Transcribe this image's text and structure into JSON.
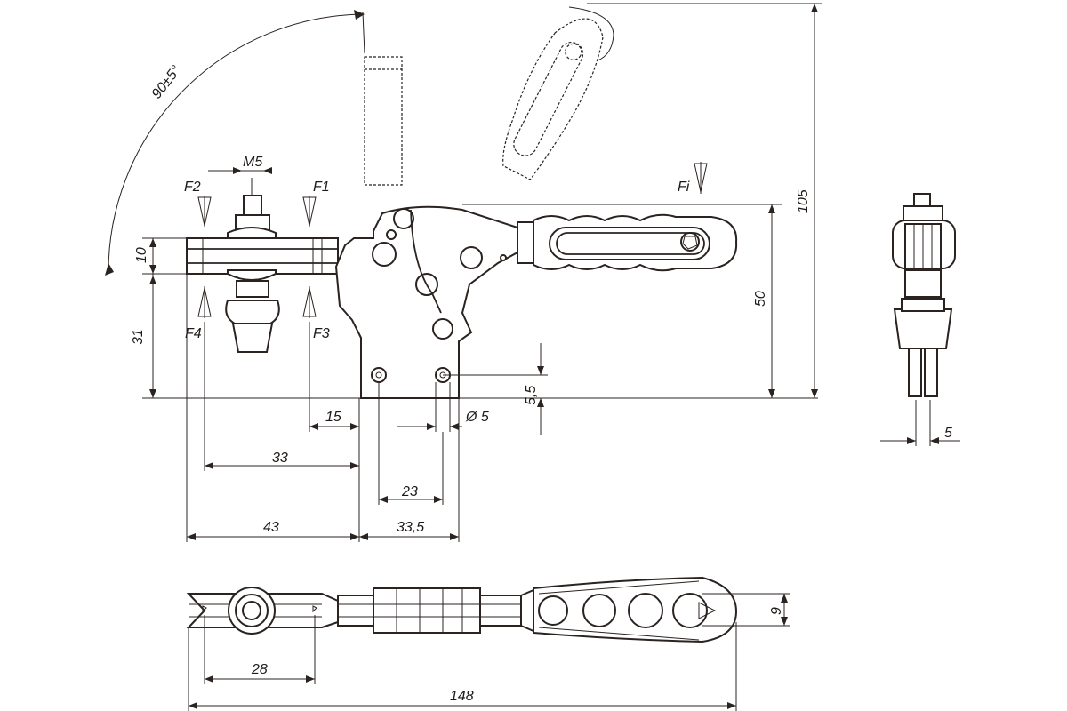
{
  "labels": {
    "angle": "90±5°",
    "thread": "M5",
    "f1": "F1",
    "f2": "F2",
    "f3": "F3",
    "f4": "F4",
    "fi": "Fi",
    "dim_10": "10",
    "dim_31": "31",
    "dim_50": "50",
    "dim_105": "105",
    "dim_15": "15",
    "dim_33": "33",
    "dim_43": "43",
    "dim_33_5": "33,5",
    "dim_23": "23",
    "dim_5_5": "5,5",
    "dim_hole": "Ø 5",
    "dim_5": "5",
    "dim_9": "9",
    "dim_28": "28",
    "dim_148": "148"
  },
  "colors": {
    "stroke": "#2a2320",
    "background": "#ffffff"
  }
}
